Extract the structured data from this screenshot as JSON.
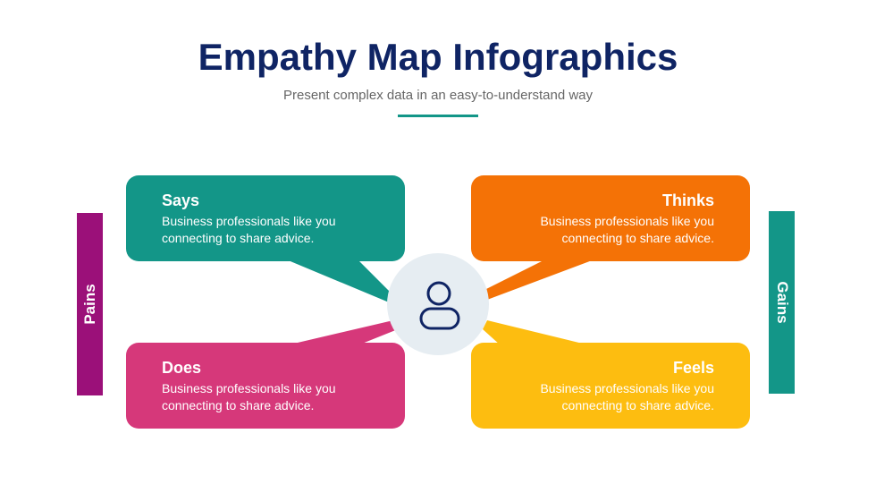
{
  "title": "Empathy Map Infographics",
  "subtitle": "Present complex data in an easy-to-understand way",
  "colors": {
    "says": "#139688",
    "thinks": "#f47206",
    "does": "#d6387a",
    "feels": "#fdbd10",
    "pains": "#9b1079",
    "gains": "#139688",
    "center": "#e6edf2",
    "icon": "#0f2464"
  },
  "quadrants": [
    {
      "heading": "Says",
      "text": "Business professionals like you connecting to share advice."
    },
    {
      "heading": "Thinks",
      "text": "Business professionals like you connecting to share advice."
    },
    {
      "heading": "Does",
      "text": "Business professionals like you connecting to share advice."
    },
    {
      "heading": "Feels",
      "text": "Business professionals like you connecting to share advice."
    }
  ],
  "side_labels": {
    "left": "Pains",
    "right": "Gains"
  },
  "center_icon": "user-icon"
}
